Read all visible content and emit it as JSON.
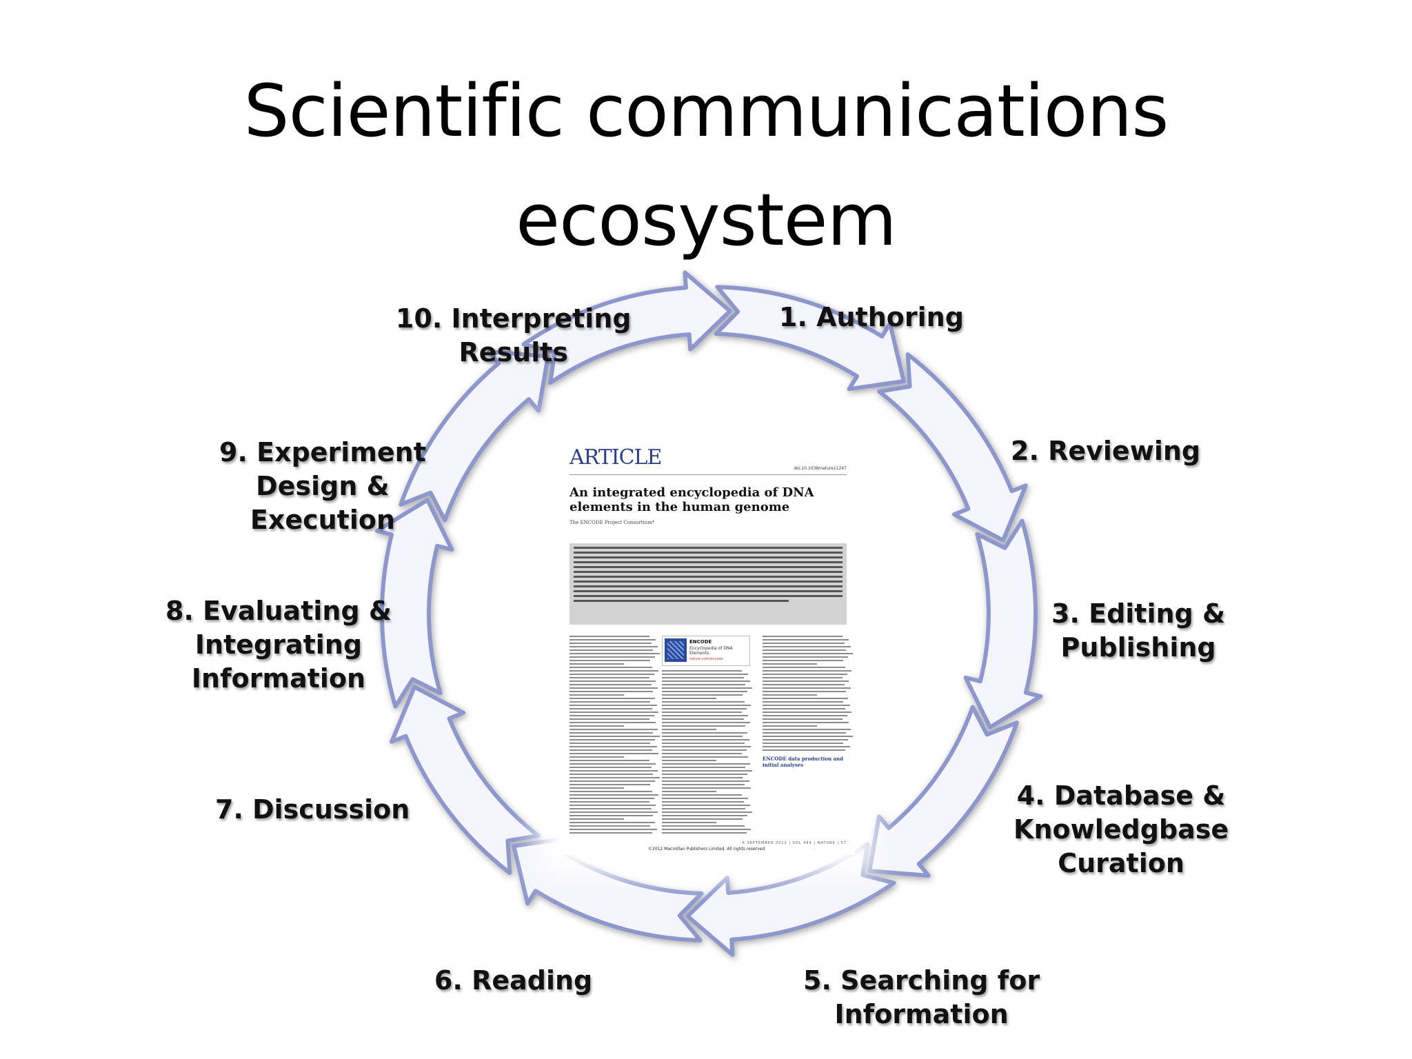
{
  "title": {
    "line1": "Scientific communications",
    "line2": "ecosystem"
  },
  "stages": [
    {
      "id": "authoring",
      "lines": [
        "1. Authoring"
      ]
    },
    {
      "id": "reviewing",
      "lines": [
        "2. Reviewing"
      ]
    },
    {
      "id": "editing-publishing",
      "lines": [
        "3. Editing &",
        "Publishing"
      ]
    },
    {
      "id": "database-curation",
      "lines": [
        "4. Database &",
        "Knowledgbase",
        "Curation"
      ]
    },
    {
      "id": "searching",
      "lines": [
        "5. Searching for",
        "Information"
      ]
    },
    {
      "id": "reading",
      "lines": [
        "6. Reading"
      ]
    },
    {
      "id": "discussion",
      "lines": [
        "7. Discussion"
      ]
    },
    {
      "id": "evaluating",
      "lines": [
        "8. Evaluating &",
        "Integrating",
        "Information"
      ]
    },
    {
      "id": "experiment",
      "lines": [
        "9. Experiment",
        "Design &",
        "Execution"
      ]
    },
    {
      "id": "interpreting",
      "lines": [
        "10. Interpreting",
        "Results"
      ]
    }
  ],
  "colors": {
    "arrow_fill": "#f4f5fc",
    "arrow_stroke": "#8d97cc",
    "article_accent": "#2a3f8a"
  },
  "article": {
    "heading": "ARTICLE",
    "doi": "doi:10.1038/nature11247",
    "title_line1": "An integrated encyclopedia of DNA",
    "title_line2": "elements in the human genome",
    "authors": "The ENCODE Project Consortium*",
    "encode_name": "ENCODE",
    "encode_subtitle": "Encyclopedia of DNA Elements",
    "encode_url": "nature.com/encode",
    "subhead": "ENCODE data production and initial analyses",
    "footer": "6 SEPTEMBER 2012 | VOL 489 | NATURE | 57",
    "copyright": "©2012 Macmillan Publishers Limited. All rights reserved"
  }
}
